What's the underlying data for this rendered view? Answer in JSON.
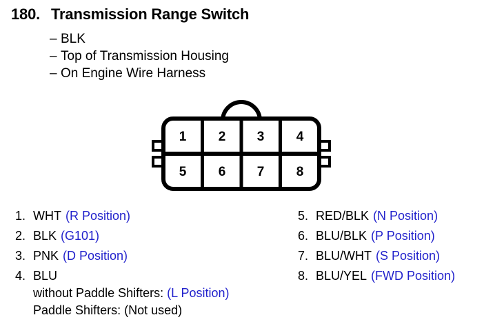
{
  "header": {
    "number": "180.",
    "title": "Transmission Range Switch",
    "details": [
      {
        "dash": "–",
        "text": "BLK"
      },
      {
        "dash": "–",
        "text": "Top of Transmission Housing"
      },
      {
        "dash": "–",
        "text": "On Engine Wire Harness"
      }
    ]
  },
  "connector": {
    "pin_count": 8,
    "top_row_pins": [
      "1",
      "2",
      "3",
      "4"
    ],
    "bottom_row_pins": [
      "5",
      "6",
      "7",
      "8"
    ],
    "outline_color": "#000000",
    "face_color": "#ffffff"
  },
  "legend": {
    "note_color": "#2222cc",
    "left_column": [
      {
        "index": "1.",
        "wire": "WHT",
        "note": "(R Position)",
        "note_is_blue": true,
        "sublines": []
      },
      {
        "index": "2.",
        "wire": "BLK",
        "note": "(G101)",
        "note_is_blue": true,
        "sublines": []
      },
      {
        "index": "3.",
        "wire": "PNK",
        "note": "(D Position)",
        "note_is_blue": true,
        "sublines": []
      },
      {
        "index": "4.",
        "wire": "BLU",
        "note": "",
        "note_is_blue": true,
        "sublines": [
          {
            "label": "without Paddle Shifters:",
            "value": "(L Position)",
            "value_is_blue": true
          },
          {
            "label": "Paddle Shifters:",
            "value": "(Not used)",
            "value_is_blue": false
          }
        ]
      }
    ],
    "right_column": [
      {
        "index": "5.",
        "wire": "RED/BLK",
        "note": "(N Position)",
        "note_is_blue": true,
        "sublines": []
      },
      {
        "index": "6.",
        "wire": "BLU/BLK",
        "note": "(P Position)",
        "note_is_blue": true,
        "sublines": []
      },
      {
        "index": "7.",
        "wire": "BLU/WHT",
        "note": "(S Position)",
        "note_is_blue": true,
        "sublines": []
      },
      {
        "index": "8.",
        "wire": "BLU/YEL",
        "note": "(FWD Position)",
        "note_is_blue": true,
        "sublines": []
      }
    ]
  }
}
